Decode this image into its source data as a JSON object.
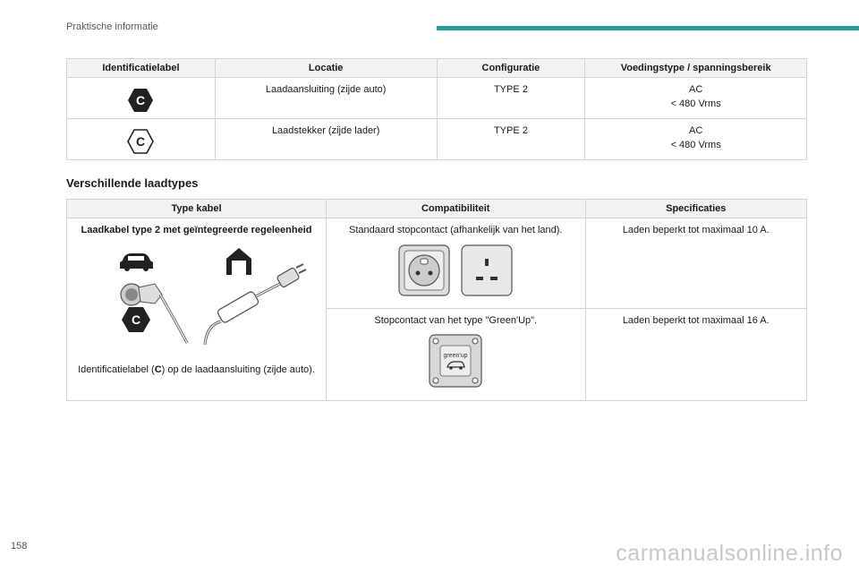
{
  "header": {
    "section": "Praktische informatie"
  },
  "page_number": "158",
  "watermark": "carmanualsonline.info",
  "table1": {
    "headers": [
      "Identificatielabel",
      "Locatie",
      "Configuratie",
      "Voedingstype / spanningsbereik"
    ],
    "rows": [
      {
        "label_icon": "c-hex-filled-icon",
        "location": "Laadaansluiting (zijde auto)",
        "config": "TYPE 2",
        "supply_1": "AC",
        "supply_2": "< 480 Vrms"
      },
      {
        "label_icon": "c-hex-outline-icon",
        "location": "Laadstekker (zijde lader)",
        "config": "TYPE 2",
        "supply_1": "AC",
        "supply_2": "< 480 Vrms"
      }
    ]
  },
  "section_title": "Verschillende laadtypes",
  "table2": {
    "headers": [
      "Type kabel",
      "Compatibiliteit",
      "Specificaties"
    ],
    "cable_title": "Laadkabel type 2 met geïntegreerde regeleenheid",
    "caption_pre": "Identificatielabel (",
    "caption_bold": "C",
    "caption_post": ") op de laadaansluiting (zijde auto).",
    "rows": [
      {
        "compat": "Standaard stopcontact (afhankelijk van het land).",
        "spec": "Laden beperkt tot maximaal 10 A."
      },
      {
        "compat": "Stopcontact van het type \"Green'Up\".",
        "spec": "Laden beperkt tot maximaal 16 A."
      }
    ],
    "letter_c": "C",
    "greenup_text": "green'up"
  },
  "colors": {
    "accent": "#2a9d9a",
    "header_bg": "#f2f2f2",
    "border": "#d4d4d4"
  }
}
